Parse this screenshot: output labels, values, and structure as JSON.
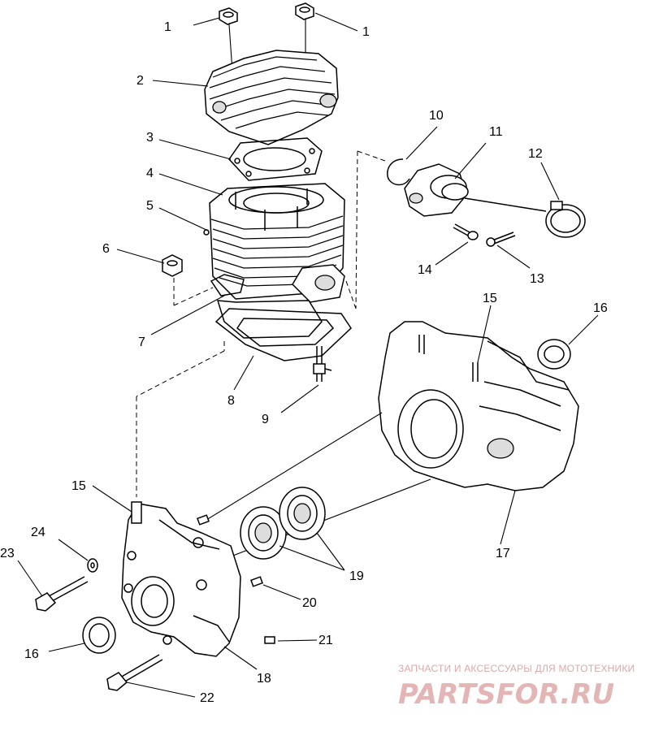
{
  "diagram": {
    "callouts": {
      "c1a": "1",
      "c1b": "1",
      "c2": "2",
      "c3": "3",
      "c4": "4",
      "c5": "5",
      "c6": "6",
      "c7": "7",
      "c8": "8",
      "c9": "9",
      "c10": "10",
      "c11": "11",
      "c12": "12",
      "c13": "13",
      "c14": "14",
      "c15a": "15",
      "c15b": "15",
      "c16a": "16",
      "c16b": "16",
      "c17": "17",
      "c18": "18",
      "c19": "19",
      "c20": "20",
      "c21": "21",
      "c22": "22",
      "c23": "23",
      "c24": "24"
    }
  },
  "watermark": {
    "tagline": "ЗАПЧАСТИ И АКСЕССУАРЫ ДЛЯ МОТОТЕХНИКИ",
    "logo": "PARTSFOR.RU"
  },
  "colors": {
    "line": "#000000",
    "background": "#ffffff",
    "watermark": "#e4b5b5"
  }
}
